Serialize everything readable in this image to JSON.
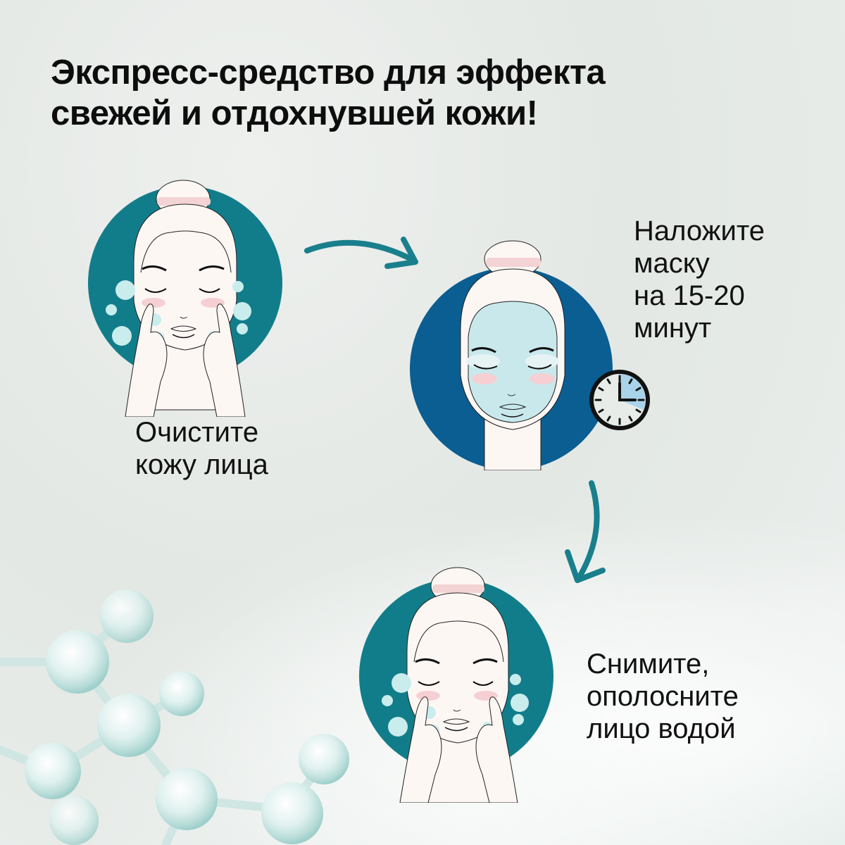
{
  "title": {
    "line1": "Экспресс-средство для эффекта",
    "line2": "свежей и отдохнувшей кожи!"
  },
  "steps": [
    {
      "id": "cleanse",
      "caption_lines": [
        "Очистите",
        "кожу лица"
      ],
      "circle_color": "#127d8a",
      "icon": "face-washing-illustration"
    },
    {
      "id": "apply-mask",
      "caption_lines": [
        "Наложите",
        "маску",
        "на 15-20",
        "минут"
      ],
      "circle_color": "#0a5e92",
      "icon": "face-mask-illustration",
      "timer_icon": "clock-icon"
    },
    {
      "id": "rinse",
      "caption_lines": [
        "Снимите,",
        "ополосните",
        "лицо водой"
      ],
      "circle_color": "#127d8a",
      "icon": "face-washing-illustration"
    }
  ],
  "arrows": [
    {
      "from": "cleanse",
      "to": "apply-mask",
      "icon": "curved-arrow-right-icon"
    },
    {
      "from": "apply-mask",
      "to": "rinse",
      "icon": "curved-arrow-down-icon"
    }
  ],
  "colors": {
    "arrow": "#1a7f8c",
    "teal_circle": "#127d8a",
    "blue_circle": "#0a5e92",
    "bubble": "#c9eced",
    "mask": "#c8e8ec",
    "skin": "#fdf7f4",
    "blush": "#f6cfd3",
    "clock_fill": "#a9d3e8"
  },
  "decoration": {
    "background_icon": "molecule-illustration"
  }
}
